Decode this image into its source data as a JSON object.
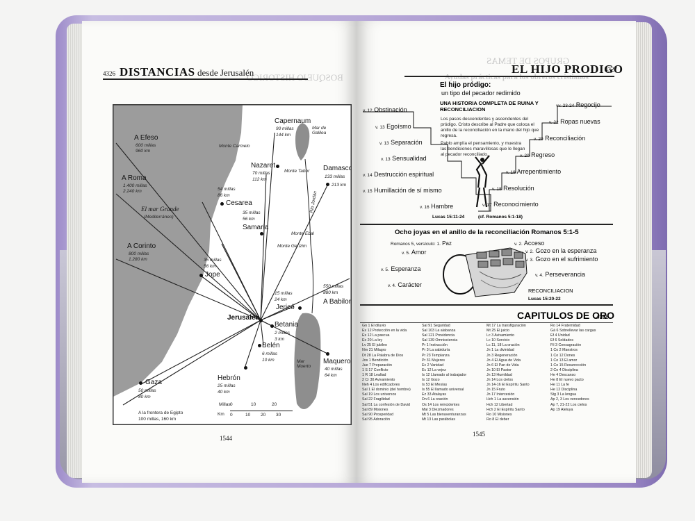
{
  "left_page": {
    "page_num": "4326",
    "title_bold": "DISTANCIAS",
    "title_rest": "desde Jerusalén",
    "ghost_heading": "BOSQUEJO HISTORICO",
    "footer_num": "1544",
    "map": {
      "places": [
        {
          "name": "A Efeso",
          "miles": "600 millas",
          "km": "960 km"
        },
        {
          "name": "A Roma",
          "miles": "1.400 millas",
          "km": "2.240 km"
        },
        {
          "name": "A Corinto",
          "miles": "800 millas",
          "km": "1.280 km"
        },
        {
          "name": "Cesarea",
          "miles": "54 millas",
          "km": "86 km"
        },
        {
          "name": "Samaria",
          "miles": "35 millas",
          "km": "56 km"
        },
        {
          "name": "Jope",
          "miles": "35 millas",
          "km": "56 km"
        },
        {
          "name": "Gaza",
          "miles": "50 millas",
          "km": "80 km"
        },
        {
          "name": "Capernaum",
          "miles": "90 millas",
          "km": "144 km"
        },
        {
          "name": "Nazaret",
          "miles": "70 millas",
          "km": "112 km"
        },
        {
          "name": "Damasco",
          "miles": "133 millas",
          "km": "213 km"
        },
        {
          "name": "Jericó",
          "miles": "15 millas",
          "km": "24 km"
        },
        {
          "name": "A Babilonia",
          "miles": "550 millas",
          "km": "880 km"
        },
        {
          "name": "Betania",
          "miles": "2 millas",
          "km": "3 km"
        },
        {
          "name": "Belén",
          "miles": "6 millas",
          "km": "10 km"
        },
        {
          "name": "Hebrón",
          "miles": "25 millas",
          "km": "40 km"
        },
        {
          "name": "Maqueronte",
          "miles": "40 millas",
          "km": "64 km"
        }
      ],
      "center": "Jerusalén",
      "sea_name": "El mar Grande",
      "sea_sub": "(Mediterráneo)",
      "galilee": "Mar de Galilea",
      "dead_sea": "Mar Muerto",
      "river": "Río Jordán",
      "mountains": [
        "Monte Carmelo",
        "Monte Tabor",
        "Monte Ebal",
        "Monte Gerizim"
      ],
      "egypt": "A la frontera de Egipto",
      "egypt_dist": "100 millas, 160 km",
      "scale_miles": "Millas",
      "scale_km": "Km",
      "miles_ticks": [
        "0",
        "10",
        "20"
      ],
      "km_ticks": [
        "0",
        "10",
        "20",
        "30"
      ]
    }
  },
  "right_page": {
    "title": "EL HIJO PRODIGO",
    "page_num": "4327",
    "ghost_heading": "GRUPOS DE TEMAS",
    "ghost_sub": "Ayudas prácticas para los obreros cristianos",
    "footer_num": "1545",
    "prodigal": {
      "heading": "El hijo pródigo:",
      "subheading": "un tipo del pecador redimido",
      "history_title": "UNA HISTORIA COMPLETA DE RUINA Y RECONCILIACION",
      "p1": "Los pasos descendentes y ascendentes del pródigo. Cristo describe al Padre que coloca el anillo de la reconciliación en la mano del hijo que regresa.",
      "p2": "Pablo amplía el pensamiento, y muestra las bendiciones maravillosas que le llegan al pecador reconciliado.",
      "down_steps": [
        {
          "v": "v. 12",
          "t": "Obstinación"
        },
        {
          "v": "v. 13",
          "t": "Egoísmo"
        },
        {
          "v": "v. 13",
          "t": "Separación"
        },
        {
          "v": "v. 13",
          "t": "Sensualidad"
        },
        {
          "v": "v. 14",
          "t": "Destrucción espiritual"
        },
        {
          "v": "v. 15",
          "t": "Humillación de sí mismo"
        },
        {
          "v": "v. 16",
          "t": "Hambre"
        }
      ],
      "up_steps": [
        {
          "v": "vv. 23-24",
          "t": "Regocijo"
        },
        {
          "v": "v. 22",
          "t": "Ropas nuevas"
        },
        {
          "v": "v. 20",
          "t": "Reconciliación"
        },
        {
          "v": "v. 20",
          "t": "Regreso"
        },
        {
          "v": "v. 19",
          "t": "Arrepentimiento"
        },
        {
          "v": "v. 18",
          "t": "Resolución"
        },
        {
          "v": "v. 17",
          "t": "Reconocimiento"
        }
      ],
      "ref_left": "Lucas 15:11-24",
      "ref_right": "(cf. Romanos 5:1-18)"
    },
    "jewels": {
      "title": "Ocho joyas en el anillo de la reconciliación",
      "ref": "Romanos 5:1-5",
      "left": [
        {
          "v": "Romanos 5, versículo: 1.",
          "t": "Paz"
        },
        {
          "v": "v. 5.",
          "t": "Amor"
        },
        {
          "v": "v. 5.",
          "t": "Esperanza"
        },
        {
          "v": "v. 4.",
          "t": "Carácter"
        }
      ],
      "right": [
        {
          "v": "v. 2.",
          "t": "Acceso"
        },
        {
          "v": "v. 2.",
          "t": "Gozo en la esperanza"
        },
        {
          "v": "v. 3.",
          "t": "Gozo en el sufrimiento"
        },
        {
          "v": "v. 4.",
          "t": "Perseverancia"
        }
      ],
      "ring_label": "RECONCILIACION",
      "ring_ref": "Lucas 15:20-22"
    },
    "gold": {
      "title": "CAPITULOS DE ORO",
      "num": "4328",
      "columns": [
        [
          "Gn 1 El diluvio",
          "Ex 12 Protección en la vida",
          "Ex 12 La pascua",
          "Ex 20 La ley",
          "Lv 25 El jubileo",
          "Nm 21 Milagro",
          "Dt 28 La Palabra de Dios",
          "Jos 1 Bendición",
          "Jue 7 Preparación",
          "1 S 17 Conflicto",
          "1 R 18 Lealtad",
          "2 Cr 30 Avivamiento",
          "Neh 4 Los edificadores",
          "Sal 1 El dominio (del hombre)",
          "Sal 19 Los universos",
          "Sal 22 Fragilidad",
          "Sal 51 La confesión de David",
          "Sal 89 Misiones",
          "Sal 90 Prosperidad",
          "Sal 95 Adoración"
        ],
        [
          "Sal 91 Seguridad",
          "Sal 103 La alabanza",
          "Sal 121 Providencia",
          "Sal 139 Omnisciencia",
          "Pr 1 Instrucción",
          "Pr 3 La sabiduría",
          "Pr 23 Templanza",
          "Pr 31 Mujeres",
          "Ec 2 Vanidad",
          "Ec 12 La vejez",
          "Is 12 Llamado al trabajador",
          "Is 12 Gozo",
          "Is 53 El Mesías",
          "Is 55 El llamado universal",
          "Ez 33 Atalayas",
          "Dn 6 La oración",
          "Os 14 Los reincidentes",
          "Mal 3 Diezmadores",
          "Mt 5 Las bienaventuranzas",
          "Mt 13 Las parábolas"
        ],
        [
          "Mt 17 La transfiguración",
          "Mt 25 El juicio",
          "Lc 3 Avivamiento",
          "Lc 10 Servicio",
          "Lc 11, 18 La oración",
          "Jn 1 La divinidad",
          "Jn 3 Regeneración",
          "Jn 4 El Agua de Vida",
          "Jn 6 El Pan de Vida",
          "Jn 10 El Pastor",
          "Jn 13 Humildad",
          "Jn 14 Los cielos",
          "Jn 14-16 El Espíritu Santo",
          "Jn 15 Fruto",
          "Jn 17 Intercesión",
          "Hch 1 La ascensión",
          "Hch 12 Libertad",
          "Hch 2 El Espíritu Santo",
          "Ro 10 Misiones",
          "Ro 8 El deber"
        ],
        [
          "Ro 14 Fraternidad",
          "Gá 6 Sobrellevar las cargas",
          "Ef 4 Unidad",
          "Ef 6 Soldados",
          "Fil 3 Consagración",
          "1 Co 2 Maestros",
          "1 Co 12 Dones",
          "1 Co 13 El amor",
          "1 Co 15 Resurrección",
          "2 Co 4 Disciplina",
          "He 4 Descanso",
          "He 8 El nuevo pacto",
          "He 11 La fe",
          "He 12 Disciplina",
          "Stg 3 La lengua",
          "Ap 2, 3 Los vencedores",
          "Ap 7, 21-22 Los cielos",
          "Ap 19 Aleluya"
        ]
      ]
    }
  }
}
